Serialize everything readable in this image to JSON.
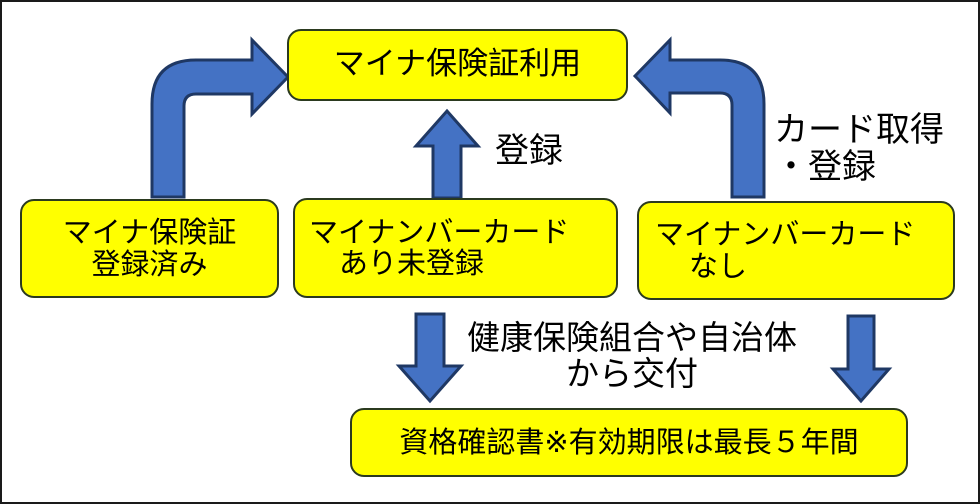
{
  "diagram": {
    "title_context": "マイナ保険証の利用状況と資格確認書の流れ",
    "colors": {
      "node_fill": "#FFFF00",
      "node_border": "#2b3a1f",
      "arrow_fill": "#4472C4",
      "arrow_border": "#1F3864",
      "background": "#FFFFFF",
      "frame_border": "#1A1A1A",
      "text": "#000000"
    },
    "nodes": [
      {
        "id": "top",
        "name": "マイナ保険証利用",
        "lines": [
          "マイナ保険証利用"
        ]
      },
      {
        "id": "registered",
        "name": "マイナ保険証登録済み",
        "lines": [
          "マイナ保険証",
          "登録済み"
        ]
      },
      {
        "id": "card_unregistered",
        "name": "マイナンバーカードあり未登録",
        "lines": [
          "マイナンバーカード",
          "あり未登録"
        ]
      },
      {
        "id": "no_card",
        "name": "マイナンバーカードなし",
        "lines": [
          "マイナンバーカード",
          "なし"
        ]
      },
      {
        "id": "certificate",
        "name": "資格確認書",
        "lines": [
          "資格確認書※有効期限は最長５年間"
        ]
      }
    ],
    "edge_labels": {
      "register": "登録",
      "card_acquire_line1": "カード取得",
      "card_acquire_line2": "・登録",
      "issue_line1": "健康保険組合や自治体",
      "issue_line2": "から交付"
    },
    "arrows": [
      {
        "id": "left-bent-arrow",
        "from": "registered",
        "to": "top",
        "shape": "bent-up-right",
        "label": ""
      },
      {
        "id": "center-up-arrow",
        "from": "card_unregistered",
        "to": "top",
        "shape": "up",
        "label": "登録"
      },
      {
        "id": "right-bent-arrow",
        "from": "no_card",
        "to": "top",
        "shape": "bent-up-left",
        "label": "カード取得・登録"
      },
      {
        "id": "center-down-arrow",
        "from": "card_unregistered",
        "to": "certificate",
        "shape": "down",
        "label": "健康保険組合や自治体から交付"
      },
      {
        "id": "right-down-arrow",
        "from": "no_card",
        "to": "certificate",
        "shape": "down",
        "label": ""
      }
    ]
  }
}
